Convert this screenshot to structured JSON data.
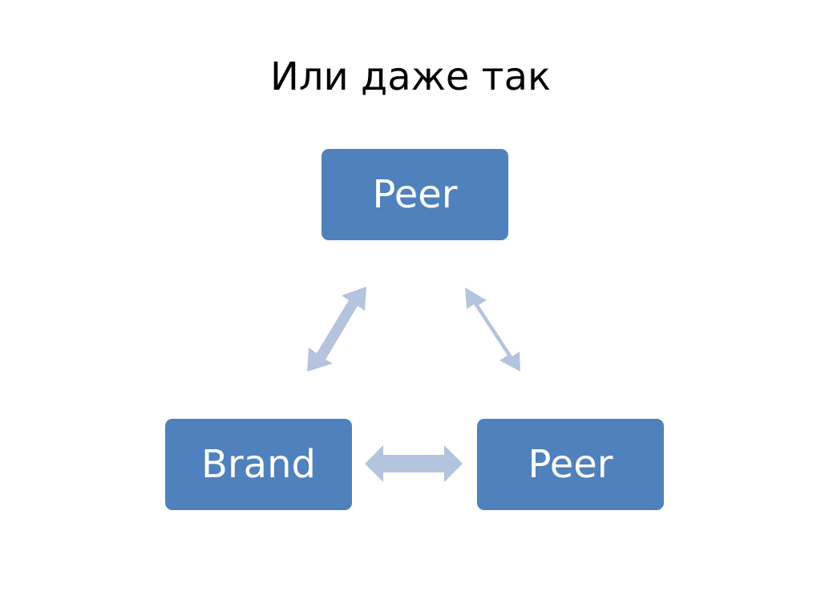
{
  "slide": {
    "title": "Или даже так"
  },
  "diagram": {
    "nodes": [
      {
        "id": "peer-top",
        "label": "Peer"
      },
      {
        "id": "brand",
        "label": "Brand"
      },
      {
        "id": "peer-right",
        "label": "Peer"
      }
    ],
    "connections": [
      {
        "from": "brand",
        "to": "peer-top",
        "direction": "both"
      },
      {
        "from": "peer-top",
        "to": "peer-right",
        "direction": "both"
      },
      {
        "from": "brand",
        "to": "peer-right",
        "direction": "both"
      }
    ]
  },
  "colors": {
    "node_fill": "#4f81bd",
    "arrow_fill": "#b4c3de",
    "title_text": "#000000",
    "node_text": "#ffffff"
  }
}
